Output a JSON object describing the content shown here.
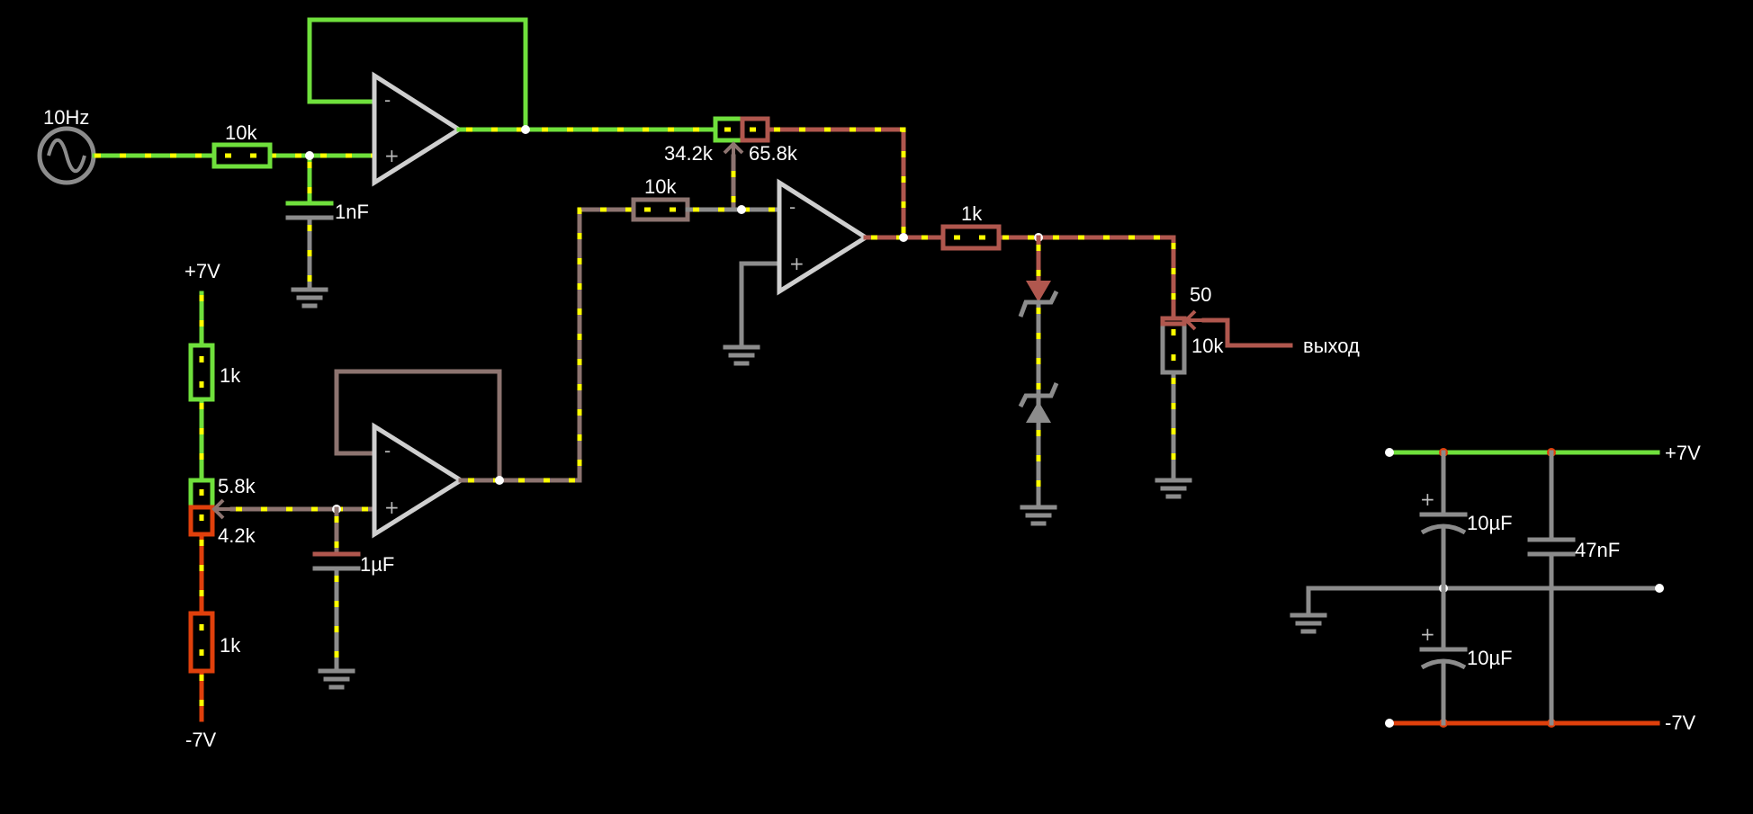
{
  "labels": {
    "source_freq": "10Hz",
    "r_input": "10k",
    "c_input": "1nF",
    "vplus_bias": "+7V",
    "r_bias_top": "1k",
    "pot_bias_top": "5.8k",
    "pot_bias_bottom": "4.2k",
    "r_bias_bottom": "1k",
    "vminus_bias": "-7V",
    "c_bias": "1µF",
    "r_mid": "10k",
    "pot_fb_left": "34.2k",
    "pot_fb_right": "65.8k",
    "r_out": "1k",
    "pot_out_top": "50",
    "pot_out_bottom": "10k",
    "output": "выход",
    "rail_plus": "+7V",
    "rail_minus": "-7V",
    "c_supply_top": "10µF",
    "c_supply_bottom": "10µF",
    "c_supply_decoupling": "47nF"
  },
  "colors": {
    "background": "#000000",
    "positive_wire": "#6fe03c",
    "negative_wire": "#e0400c",
    "signal_wire": "#b0574e",
    "ground_wire": "#8c8c8c",
    "current_dots": "#ffff00"
  }
}
